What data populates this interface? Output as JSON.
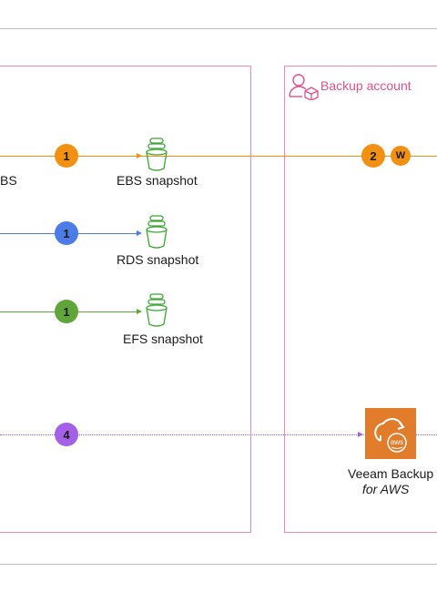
{
  "diagram": {
    "left_partial_label": "BS",
    "backup_account_label": "Backup account",
    "flows": [
      {
        "id": "ebs",
        "step": "1",
        "color": "#f29111",
        "snapshot_label": "EBS snapshot"
      },
      {
        "id": "rds",
        "step": "1",
        "color": "#4d7be8",
        "snapshot_label": "RDS snapshot"
      },
      {
        "id": "efs",
        "step": "1",
        "color": "#5fa53a",
        "snapshot_label": "EFS snapshot"
      },
      {
        "id": "veeam",
        "step": "4",
        "color": "#a560e8"
      }
    ],
    "copy_step": {
      "step": "2",
      "badge": "W",
      "color": "#f29111"
    },
    "veeam_label_line1": "Veeam Backup",
    "veeam_label_line2": "for AWS",
    "veeam_icon_text": "aws",
    "colors": {
      "account_border": "#f08ab0",
      "account_text": "#e64e8d",
      "snapshot_icon": "#3aa832",
      "veeam_bg": "#e07c2a"
    }
  }
}
